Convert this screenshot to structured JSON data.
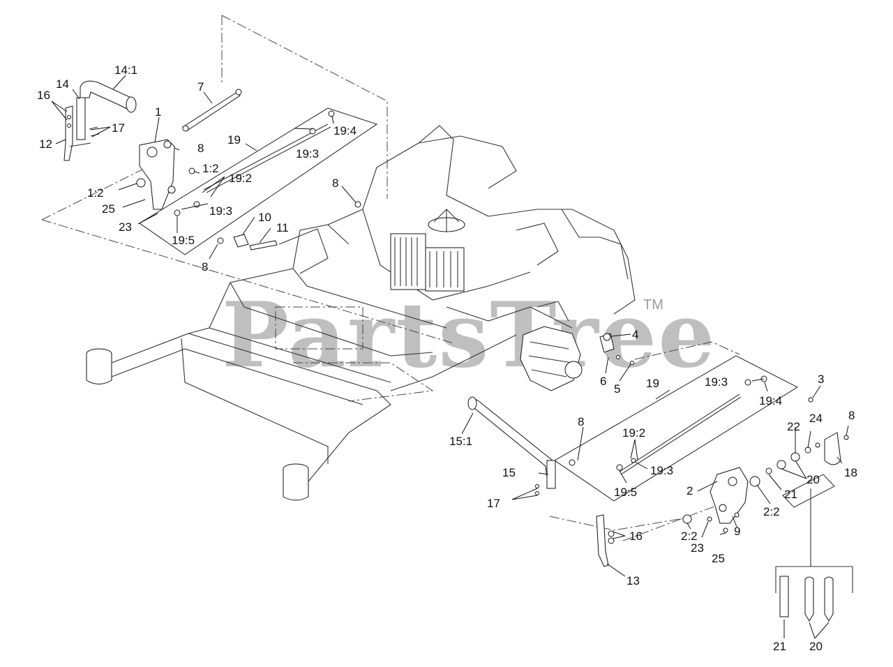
{
  "watermark": {
    "text": "PartsTree",
    "tm": "TM"
  },
  "callouts": {
    "c14_1": "14:1",
    "c14": "14",
    "c16_a": "16",
    "c17_a": "17",
    "c12": "12",
    "c1": "1",
    "c7": "7",
    "c8_a": "8",
    "c1_2_a": "1:2",
    "c1_2_b": "1:2",
    "c25_a": "25",
    "c23_a": "23",
    "c19_a": "19",
    "c19_3_a": "19:3",
    "c19_4_a": "19:4",
    "c19_2_a": "19:2",
    "c19_3_b": "19:3",
    "c19_5_a": "19:5",
    "c10": "10",
    "c11": "11",
    "c8_b": "8",
    "c8_c": "8",
    "c4": "4",
    "c6": "6",
    "c5": "5",
    "c19_b": "19",
    "c19_3_c": "19:3",
    "c19_4_b": "19:4",
    "c3": "3",
    "c8_d": "8",
    "c19_2_b": "19:2",
    "c19_3_d": "19:3",
    "c19_5_b": "19:5",
    "c22": "22",
    "c24": "24",
    "c8_e": "8",
    "c18": "18",
    "c20_a": "20",
    "c21_a": "21",
    "c2": "2",
    "c2_2_a": "2:2",
    "c2_2_b": "2:2",
    "c9": "9",
    "c23_b": "23",
    "c25_b": "25",
    "c15_1": "15:1",
    "c15": "15",
    "c17_b": "17",
    "c16_b": "16",
    "c13": "13",
    "c21_b": "21",
    "c20_b": "20"
  }
}
